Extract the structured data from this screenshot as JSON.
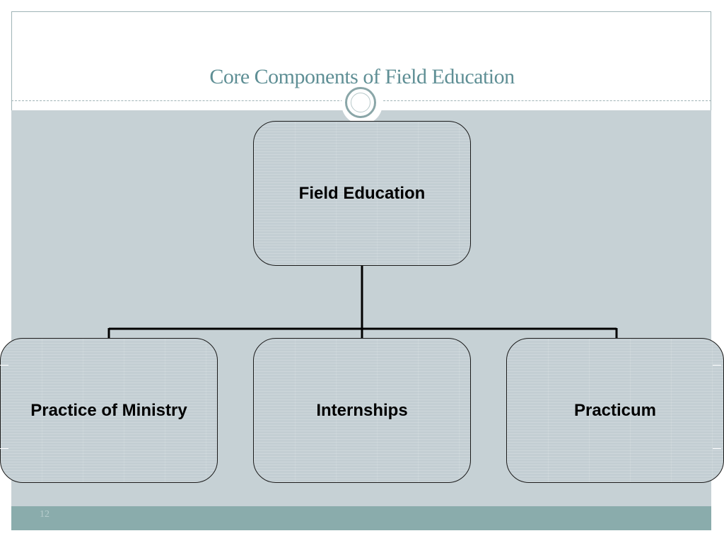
{
  "slide": {
    "title": "Core Components of Field Education",
    "page_number": "12"
  },
  "diagram": {
    "root": {
      "label": "Field Education"
    },
    "children": [
      {
        "label": "Practice of Ministry"
      },
      {
        "label": "Internships"
      },
      {
        "label": "Practicum"
      }
    ]
  },
  "colors": {
    "title": "#5f8f95",
    "content_band": "#c6d1d5",
    "footer_band": "#8aacac",
    "node_fill": "#c3ced3"
  }
}
